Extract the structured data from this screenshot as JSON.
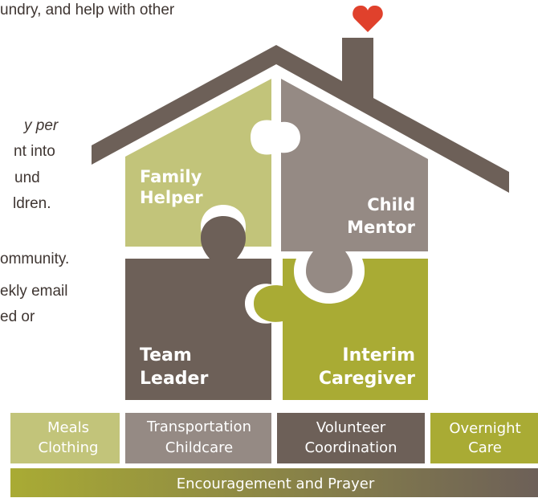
{
  "left_text": [
    "undry, and help with other",
    "y per",
    "nt into",
    "und",
    "ldren.",
    "ommunity.",
    "ekly email",
    "ed or"
  ],
  "house": {
    "heart_icon": "heart-icon",
    "pieces": {
      "family_helper": [
        "Family",
        "Helper"
      ],
      "child_mentor": [
        "Child",
        "Mentor"
      ],
      "team_leader": [
        "Team",
        "Leader"
      ],
      "interim_caregiver": [
        "Interim",
        "Caregiver"
      ]
    }
  },
  "foundation": {
    "blocks": [
      [
        "Meals",
        "Clothing"
      ],
      [
        "Transportation",
        "Childcare"
      ],
      [
        "Volunteer",
        "Coordination"
      ],
      [
        "Overnight",
        "Care"
      ]
    ],
    "base": "Encouragement and Prayer"
  },
  "colors": {
    "roof": "#6d6058",
    "family_helper": "#c2c47a",
    "child_mentor": "#958a84",
    "team_leader": "#6d6058",
    "interim_caregiver": "#a9ab34",
    "heart": "#e0412c"
  }
}
